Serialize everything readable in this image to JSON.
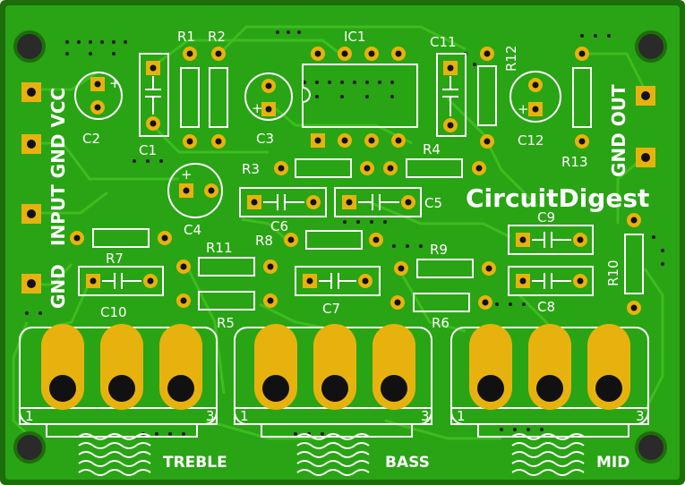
{
  "board": {
    "colors": {
      "edge": "#1e6d0c",
      "mask": "#29a414",
      "trace": "#3dbd20",
      "pad": "#e8b20e",
      "hole": "#111111",
      "silk": "#ffffff"
    },
    "logo": {
      "text": "CircuitDigest"
    },
    "connectors": {
      "left_top": "INPUT GND VCC",
      "left_bottom": "GND",
      "right": "GND OUT"
    },
    "pots": [
      {
        "name": "TREBLE",
        "pin1": "1",
        "pin3": "3"
      },
      {
        "name": "BASS",
        "pin1": "1",
        "pin3": "3"
      },
      {
        "name": "MID",
        "pin1": "1",
        "pin3": "3"
      }
    ],
    "labels": {
      "ic1": "IC1",
      "r1": "R1",
      "r2": "R2",
      "r3": "R3",
      "r4": "R4",
      "r5": "R5",
      "r6": "R6",
      "r7": "R7",
      "r8": "R8",
      "r9": "R9",
      "r10": "R10",
      "r11": "R11",
      "r12": "R12",
      "r13": "R13",
      "c1": "C1",
      "c2": "C2",
      "c3": "C3",
      "c4": "C4",
      "c5": "C5",
      "c6": "C6",
      "c7": "C7",
      "c8": "C8",
      "c9": "C9",
      "c10": "C10",
      "c11": "C11",
      "c12": "C12",
      "plus": "+"
    }
  }
}
